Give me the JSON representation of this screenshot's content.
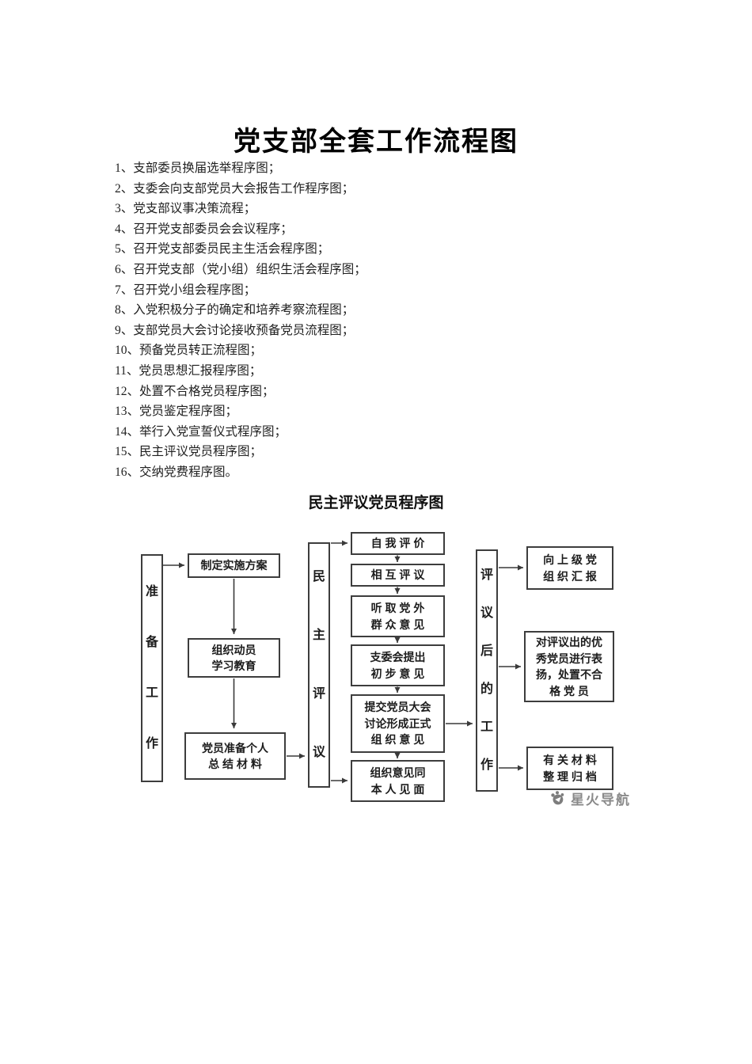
{
  "page": {
    "title": "党支部全套工作流程图"
  },
  "list": {
    "items": [
      "1、支部委员换届选举程序图；",
      "2、支委会向支部党员大会报告工作程序图；",
      "3、党支部议事决策流程；",
      "4、召开党支部委员会会议程序；",
      "5、召开党支部委员民主生活会程序图；",
      "6、召开党支部（党小组）组织生活会程序图；",
      "7、召开党小组会程序图；",
      "8、入党积极分子的确定和培养考察流程图；",
      "9、支部党员大会讨论接收预备党员流程图；",
      "10、预备党员转正流程图；",
      "11、党员思想汇报程序图；",
      "12、处置不合格党员程序图；",
      "13、党员鉴定程序图；",
      "14、举行入党宣誓仪式程序图；",
      "15、民主评议党员程序图；",
      "16、交纳党费程序图。"
    ]
  },
  "flowchart": {
    "title": "民主评议党员程序图",
    "nodes": {
      "prep": "准\n备\n工\n作",
      "plan": "制定实施方案",
      "mobilize": "组织动员\n学习教育",
      "personal": "党员准备个人\n总 结 材 料",
      "review": "民\n主\n评\n议",
      "self_eval": "自 我 评 价",
      "mutual": "相 互 评 议",
      "listen": "听 取 党 外\n群 众 意 见",
      "committee": "支委会提出\n初 步 意 见",
      "submit": "提交党员大会\n讨论形成正式\n组 织 意 见",
      "meet": "组织意见同\n本 人 见 面",
      "after": "评\n议\n后\n的\n工\n作",
      "report": "向 上 级 党\n组 织 汇 报",
      "praise": "对评议出的优\n秀党员进行表\n扬，处置不合\n格  党  员",
      "archive": "有 关 材 料\n整 理 归 档"
    }
  },
  "watermark": {
    "text": "星火导航"
  }
}
